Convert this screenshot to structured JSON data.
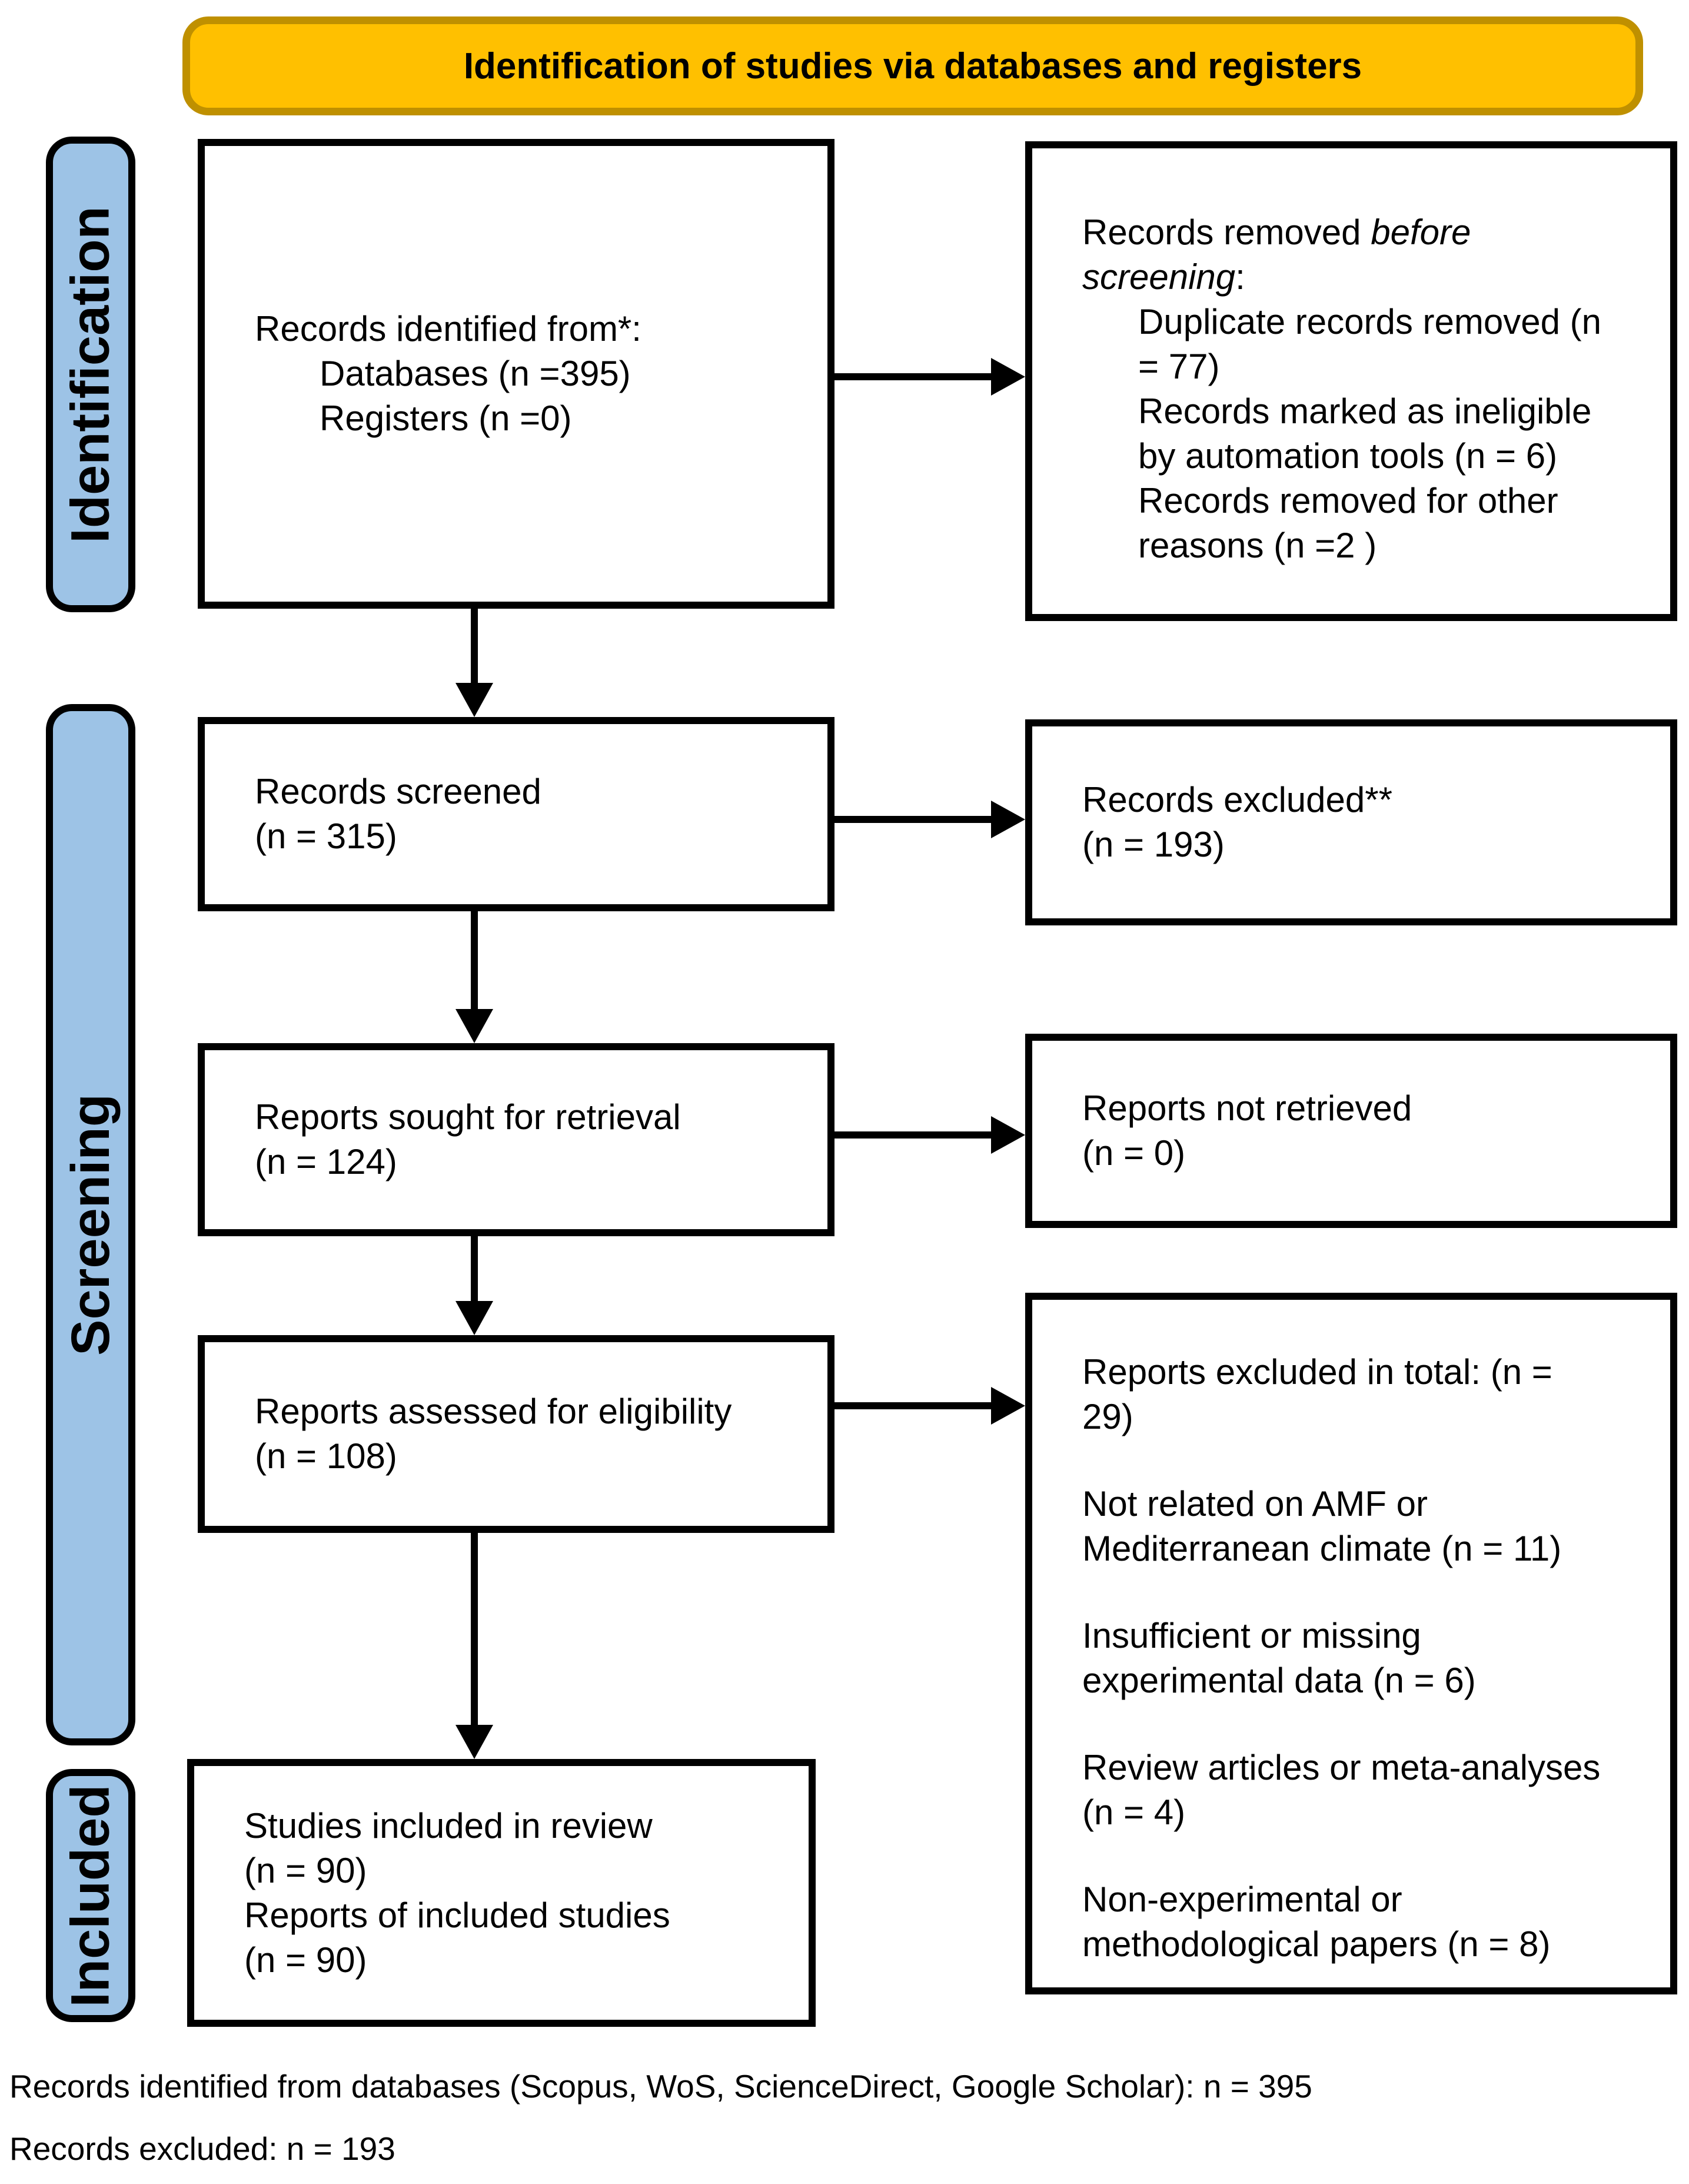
{
  "banner": {
    "title": "Identification of studies via databases and registers"
  },
  "sidebar": {
    "identification": "Identification",
    "screening": "Screening",
    "included": "Included"
  },
  "flow": {
    "identified": {
      "intro": "Records identified from*:",
      "items": [
        "Databases (n =395)",
        "Registers (n =0)"
      ]
    },
    "removed": {
      "prefix": "Records removed ",
      "italic1": "before",
      "italic2": "screening",
      "suffix": ":",
      "items": [
        "Duplicate records removed (n = 77)",
        "Records marked as ineligible by automation tools (n = 6)",
        "Records removed for other reasons (n =2 )"
      ]
    },
    "screened": {
      "line1": "Records screened",
      "line2": "(n = 315)"
    },
    "excluded": {
      "line1": "Records excluded**",
      "line2": "(n = 193)"
    },
    "sought": {
      "line1": "Reports sought for retrieval",
      "line2": "(n = 124)"
    },
    "not_retrieved": {
      "line1": "Reports not retrieved",
      "line2": "(n = 0)"
    },
    "assessed": {
      "line1": "Reports assessed for eligibility",
      "line2": "(n = 108)"
    },
    "excluded_total": {
      "title": "Reports excluded in total: (n = 29)",
      "reasons": [
        "Not related on AMF or Mediterranean climate (n = 11)",
        "Insufficient or missing experimental data (n = 6)",
        "Review articles or meta-analyses (n = 4)",
        "Non-experimental or methodological papers (n = 8)"
      ]
    },
    "included_box": {
      "lines": [
        "Studies included in review",
        "(n = 90)",
        "Reports of included studies",
        "(n = 90)"
      ]
    }
  },
  "footer": {
    "line1": "Records identified from databases (Scopus, WoS, ScienceDirect, Google Scholar): n = 395",
    "line2": "Records excluded: n = 193"
  },
  "colors": {
    "banner_fill": "#FFC000",
    "banner_border": "#BF9000",
    "sidebar_fill": "#9DC3E6",
    "line": "#000000"
  }
}
